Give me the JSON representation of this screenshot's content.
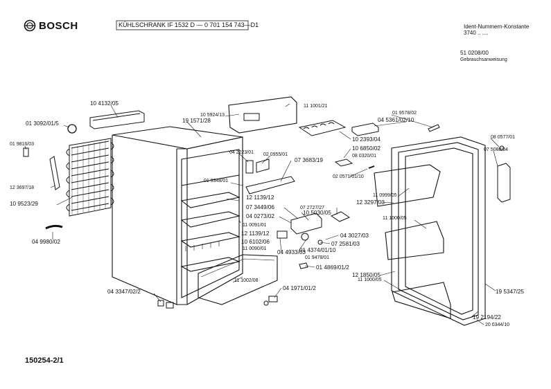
{
  "header": {
    "brand": "BOSCH",
    "model_line": "KÜHLSCHRANK IF 1532 D — 0 701 154 743—D1",
    "ident_title": "Ident-Nummern-Konstante",
    "ident_value": "3740   ..  ....",
    "manual_number": "51 0208/00",
    "manual_label": "Gebrauchsanweisung"
  },
  "footer": {
    "code": "150254-2/1"
  },
  "parts": [
    "10 4132/05",
    "01 3092/01/5",
    "01 9816/03",
    "12 3697/18",
    "10 9523/29",
    "04 9980/02",
    "10 5924/13",
    "11 1001/21",
    "19 1571/28",
    "04 2223/01",
    "02 0955/01",
    "07 3683/19",
    "01 9348/01",
    "12 1139/12",
    "07 3449/06",
    "04 0273/02",
    "11 0091/01",
    "12 1139/12",
    "10 6102/06",
    "11 0090/01",
    "04 4933/03",
    "07 2727/27",
    "10 5030/05",
    "04 3027/03",
    "07 2581/03",
    "01 4374/01/10",
    "01 9478/01",
    "01 4869/01/2",
    "11 1002/08",
    "04 1971/01/2",
    "04 3347/02/2",
    "01 9578/02",
    "04 5361/02/10",
    "10 2393/04",
    "10 6850/02",
    "08 0320/01",
    "02 0571/01/10",
    "11 0999/05",
    "12 3297/03",
    "11 1000/05",
    "12 1850/05",
    "11 1000/05",
    "08 0577/01",
    "07 5088/04",
    "19 5347/25",
    "19 2194/22",
    "20 0344/10"
  ]
}
